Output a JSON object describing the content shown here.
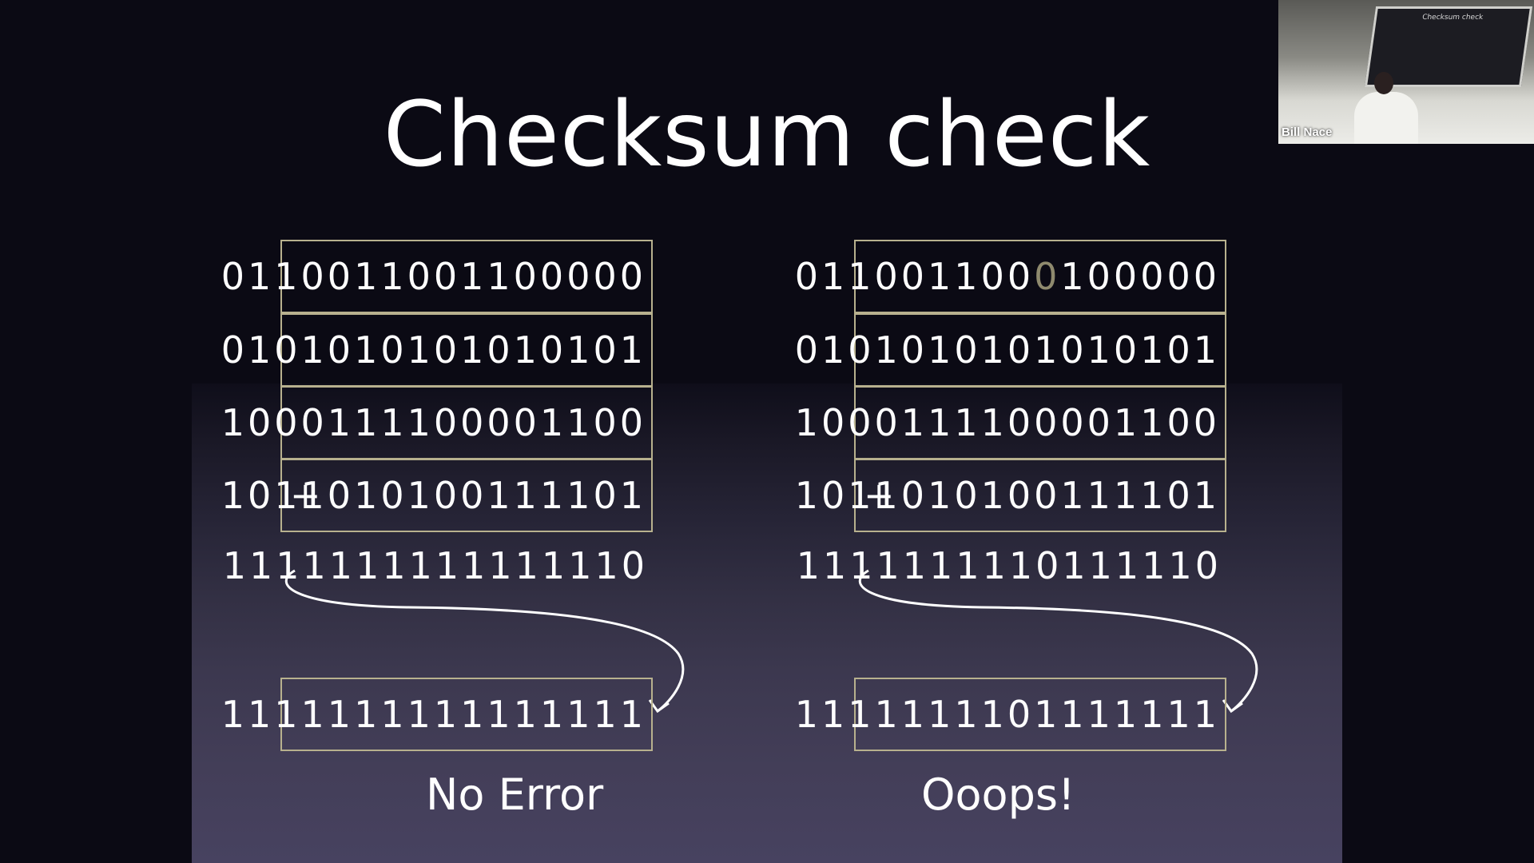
{
  "slide": {
    "title": "Checksum check",
    "panels": [
      {
        "id": "left",
        "rows": [
          "0110011001100000",
          "0101010101010101",
          "1000111100001100",
          "1011010100111101"
        ],
        "plus": "+",
        "sum": "1111111111111110",
        "result": "1111111111111111",
        "verdict": "No Error"
      },
      {
        "id": "right",
        "row0_prefix": "011001100",
        "row0_flipped_bit": "0",
        "row0_suffix": "100000",
        "rows": [
          "0110011000100000",
          "0101010101010101",
          "1000111100001100",
          "1011010100111101"
        ],
        "plus": "+",
        "sum": "1111111110111110",
        "result": "1111111101111111",
        "verdict": "Ooops!"
      }
    ],
    "colors": {
      "background": "#0b0a14",
      "box_border": "#b8b18e",
      "text": "#ffffff",
      "flipped_bit": "#8f8a6e"
    }
  },
  "webcam": {
    "participant_name": "Bill Nace",
    "screen_title": "Checksum check"
  }
}
